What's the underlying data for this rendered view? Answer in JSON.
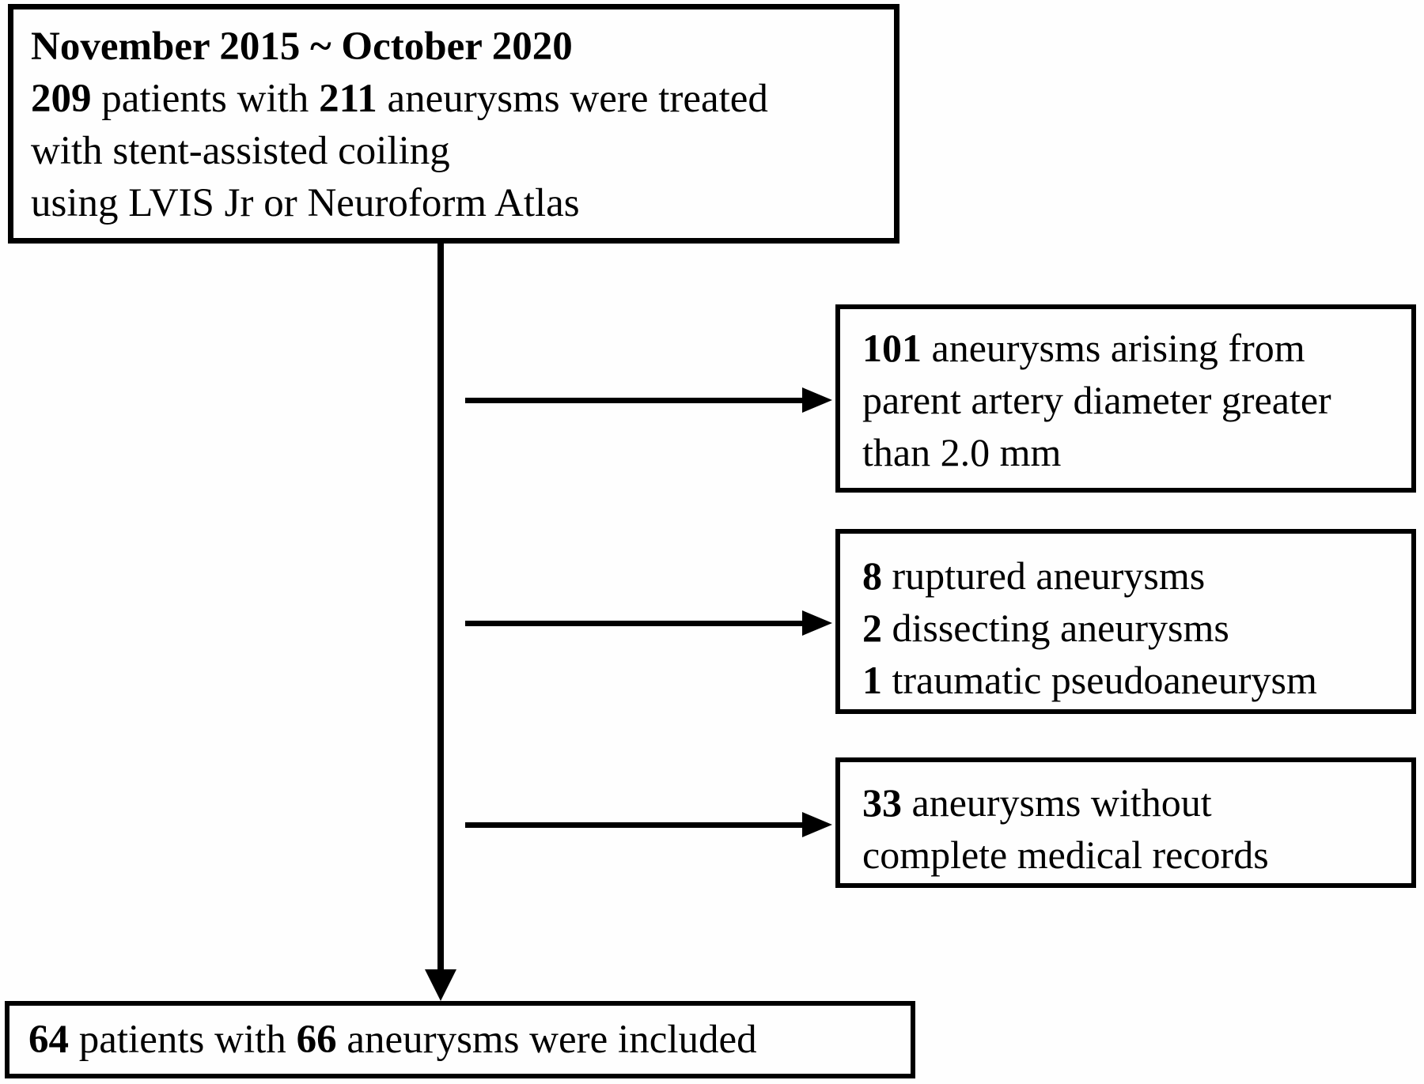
{
  "top_box": {
    "title": "November 2015 ~ October 2020",
    "line2": {
      "num1": "209",
      "mid": " patients with ",
      "num2": "211",
      "rest": " aneurysms were treated"
    },
    "line3": "with stent-assisted coiling",
    "line4": "using LVIS Jr or Neuroform Atlas"
  },
  "exclusions": {
    "box1": {
      "num": "101",
      "rest1": " aneurysms arising from",
      "line2": "parent artery diameter greater",
      "line3": "than 2.0 mm"
    },
    "box2": {
      "row1": {
        "num": "8",
        "text": " ruptured aneurysms"
      },
      "row2": {
        "num": "2",
        "text": " dissecting aneurysms"
      },
      "row3": {
        "num": "1",
        "text": " traumatic pseudoaneurysm"
      }
    },
    "box3": {
      "num": "33",
      "rest1": " aneurysms without",
      "line2": "complete medical records"
    }
  },
  "result_box": {
    "num1": "64",
    "mid": " patients with ",
    "num2": "66",
    "rest": " aneurysms were included"
  },
  "colors": {
    "ink": "#000000",
    "background": "#fefefe"
  }
}
